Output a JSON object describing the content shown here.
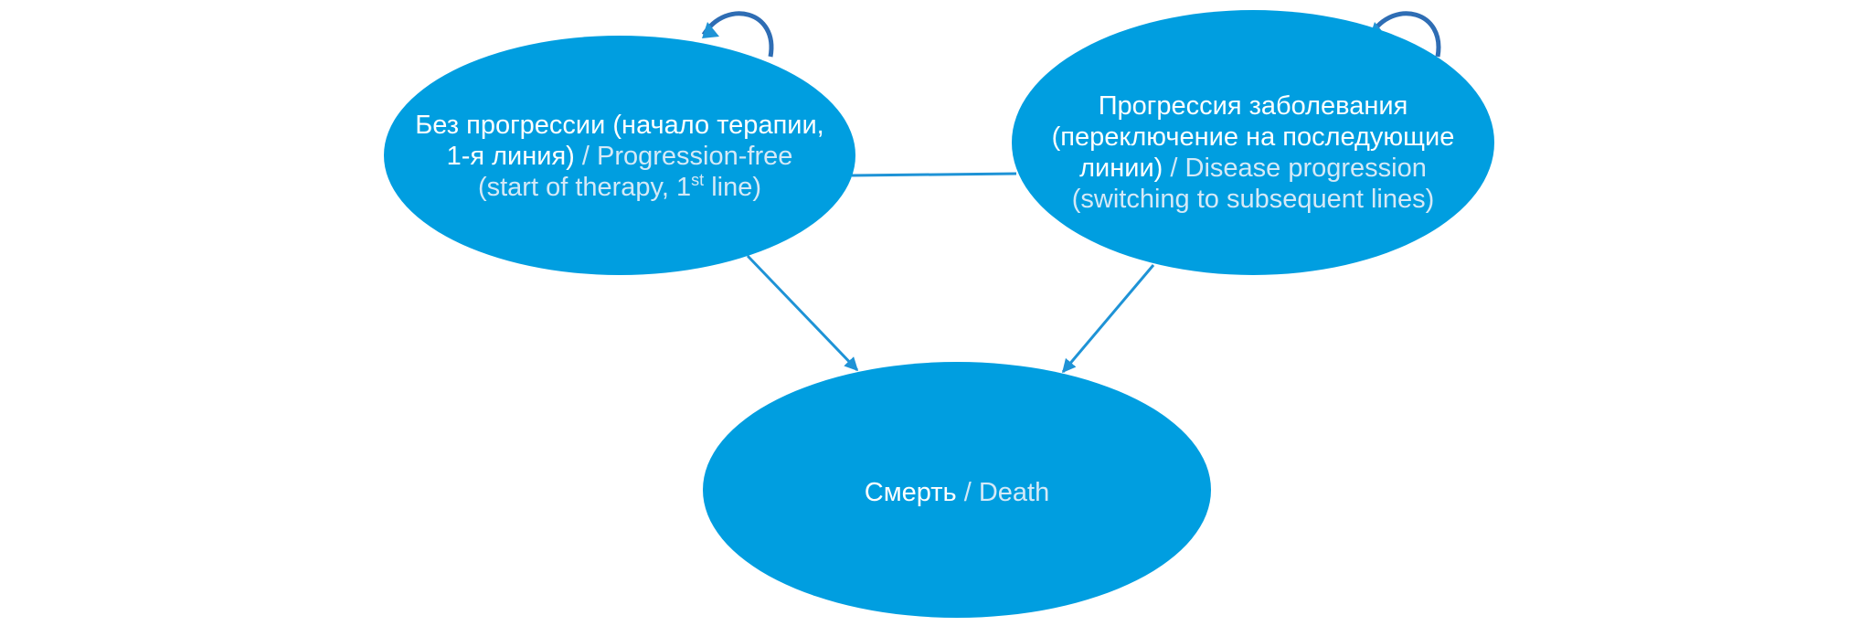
{
  "colors": {
    "node_fill": "#009ee0",
    "edge": "#1e93d6",
    "loop": "#2e6db4",
    "text_ru": "#ffffff",
    "text_en": "#d4e9f7"
  },
  "nodes": {
    "progression_free": {
      "line1_ru": "Без прогрессии (начало терапии,",
      "line2_ru": "1-я линия)",
      "line2_sep": " / ",
      "line2_en": "Progression-free",
      "line3_en_a": "(start of therapy, 1",
      "line3_en_sup": "st",
      "line3_en_b": " line)"
    },
    "disease_progression": {
      "line1_ru": "Прогрессия заболевания",
      "line2_ru": "(переключение на последующие",
      "line3_ru": "линии)",
      "line3_sep": " / ",
      "line3_en": "Disease progression",
      "line4_en": "(switching to subsequent lines)"
    },
    "death": {
      "label_ru": "Смерть",
      "sep": " / ",
      "label_en": "Death"
    }
  }
}
